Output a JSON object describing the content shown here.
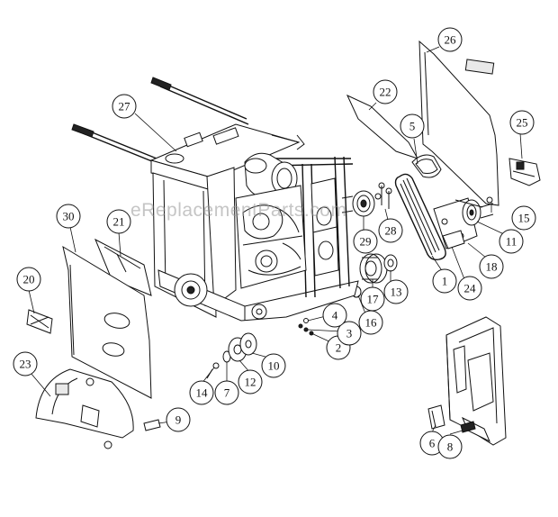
{
  "watermark": "eReplacementParts.com",
  "callouts": [
    {
      "id": "c1",
      "label": "1"
    },
    {
      "id": "c2",
      "label": "2"
    },
    {
      "id": "c3",
      "label": "3"
    },
    {
      "id": "c4",
      "label": "4"
    },
    {
      "id": "c5",
      "label": "5"
    },
    {
      "id": "c6",
      "label": "6"
    },
    {
      "id": "c7",
      "label": "7"
    },
    {
      "id": "c8",
      "label": "8"
    },
    {
      "id": "c9",
      "label": "9"
    },
    {
      "id": "c10",
      "label": "10"
    },
    {
      "id": "c11",
      "label": "11"
    },
    {
      "id": "c12",
      "label": "12"
    },
    {
      "id": "c13",
      "label": "13"
    },
    {
      "id": "c14",
      "label": "14"
    },
    {
      "id": "c15",
      "label": "15"
    },
    {
      "id": "c16",
      "label": "16"
    },
    {
      "id": "c17",
      "label": "17"
    },
    {
      "id": "c18",
      "label": "18"
    },
    {
      "id": "c20",
      "label": "20"
    },
    {
      "id": "c21",
      "label": "21"
    },
    {
      "id": "c22",
      "label": "22"
    },
    {
      "id": "c23",
      "label": "23"
    },
    {
      "id": "c24",
      "label": "24"
    },
    {
      "id": "c25",
      "label": "25"
    },
    {
      "id": "c26",
      "label": "26"
    },
    {
      "id": "c27",
      "label": "27"
    },
    {
      "id": "c28",
      "label": "28"
    },
    {
      "id": "c29",
      "label": "29"
    },
    {
      "id": "c30",
      "label": "30"
    }
  ]
}
